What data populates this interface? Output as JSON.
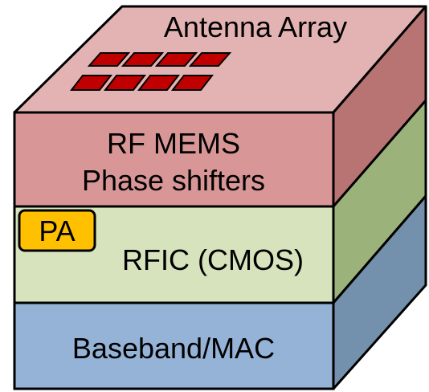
{
  "layers": {
    "antenna": {
      "label": "Antenna Array"
    },
    "rf_mems": {
      "line1": "RF MEMS",
      "line2": "Phase shifters"
    },
    "rfic": {
      "label": "RFIC (CMOS)",
      "pa_label": "PA"
    },
    "baseband": {
      "label": "Baseband/MAC"
    }
  },
  "colors": {
    "top_face": "#e3b3b3",
    "rf_mems_front": "#d99696",
    "rf_mems_side": "#b87373",
    "rfic_front": "#d7e3bd",
    "rfic_side": "#9bb37a",
    "baseband_front": "#95b3d7",
    "baseband_side": "#7390ac",
    "antenna_element": "#c00000",
    "pa_fill": "#ffc000",
    "outline": "#000000"
  }
}
